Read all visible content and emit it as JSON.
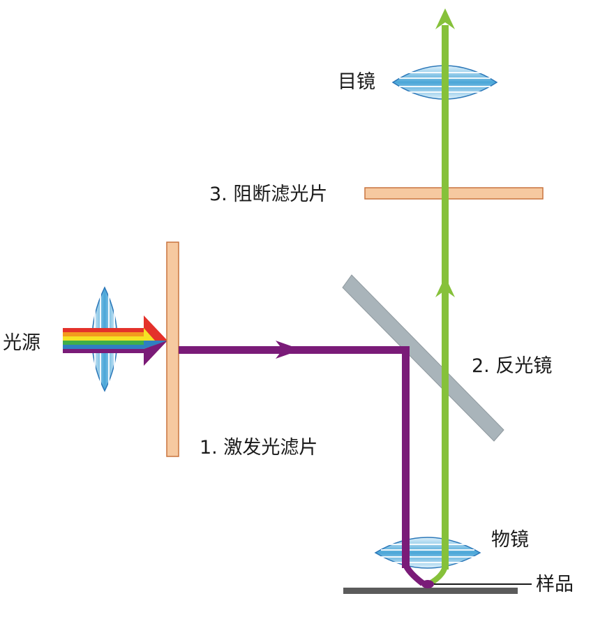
{
  "labels": {
    "light_source": "光源",
    "excitation_filter": "1. 激发光滤片",
    "dichroic_mirror": "2. 反光镜",
    "barrier_filter": "3. 阻断滤光片",
    "eyepiece": "目镜",
    "objective": "物镜",
    "sample": "样品"
  },
  "colors": {
    "excitation_beam": "#7a1b78",
    "emission_beam": "#86c13a",
    "filter_fill": "#f6c9a0",
    "filter_stroke": "#c8743f",
    "mirror": "#a9b4ba",
    "lens_fill": "#4aa6d8",
    "stage": "#5b5b5b"
  },
  "icons": {
    "white_light": "rainbow-arrow",
    "lens": "biconvex-lens-icon"
  }
}
